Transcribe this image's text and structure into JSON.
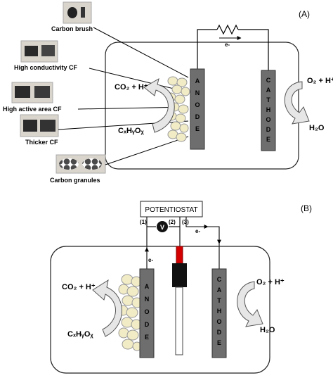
{
  "panel_a": {
    "tag": "(A)",
    "materials": [
      {
        "label": "Carbon brush"
      },
      {
        "label": "High conductivity CF"
      },
      {
        "label": "High active area CF"
      },
      {
        "label": "Thicker CF"
      },
      {
        "label": "Carbon granules"
      }
    ],
    "anode_letters": [
      "A",
      "N",
      "O",
      "D",
      "E"
    ],
    "cathode_letters": [
      "C",
      "A",
      "T",
      "H",
      "O",
      "D",
      "E"
    ],
    "electron": "e-",
    "product_co2": "CO₂ + H⁺",
    "substrate": "CₓHᵧOᵪ",
    "cathode_in": "O₂ + H⁺",
    "cathode_out": "H₂O"
  },
  "panel_b": {
    "tag": "(B)",
    "potentiostat": "POTENTIOSTAT",
    "channels": [
      "(1)",
      "(2)",
      "(3)"
    ],
    "voltmeter": "V",
    "electron_left": "e-",
    "electron_right": "e-",
    "anode_letters": [
      "A",
      "N",
      "O",
      "D",
      "E"
    ],
    "cathode_letters": [
      "C",
      "A",
      "T",
      "H",
      "O",
      "D",
      "E"
    ],
    "product_co2": "CO₂ + H⁺",
    "substrate": "CₓHᵧOᵪ",
    "cathode_in": "O₂ + H⁺",
    "cathode_out": "H₂O"
  },
  "colors": {
    "electrode": "#6e6e6e",
    "granule": "#f2ecc6",
    "arrow_fill": "#e6e6e6",
    "probe_red": "#d40000"
  }
}
